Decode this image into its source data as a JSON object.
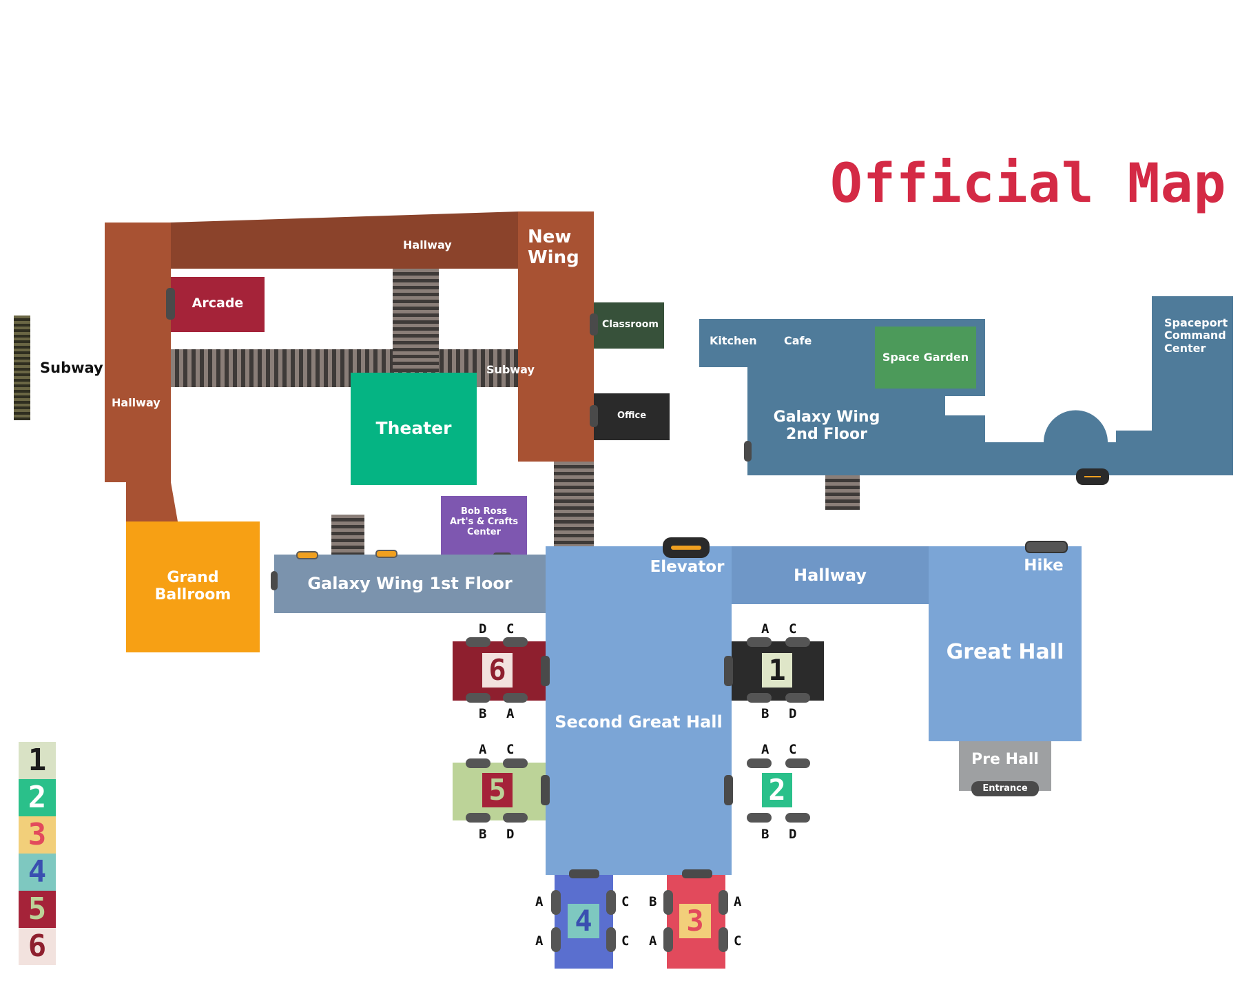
{
  "title": "Official Map",
  "title_color": "#d42a45",
  "rooms": {
    "hallway_top": "Hallway",
    "new_wing": "New\nWing",
    "arcade": "Arcade",
    "classroom": "Classroom",
    "office": "Office",
    "subway_left": "Subway",
    "subway_mid": "Subway",
    "hallway_left": "Hallway",
    "theater": "Theater",
    "grand_ballroom": "Grand\nBallroom",
    "bob_ross": "Bob Ross\nArt's & Crafts\nCenter",
    "galaxy_wing_1st": "Galaxy Wing 1st Floor",
    "elevator": "Elevator",
    "hallway_right": "Hallway",
    "hike": "Hike",
    "great_hall": "Great Hall",
    "second_great_hall": "Second Great Hall",
    "pre_hall": "Pre Hall",
    "entrance": "Entrance",
    "kitchen": "Kitchen",
    "cafe": "Cafe",
    "space_garden": "Space Garden",
    "spaceport": "Spaceport\nCommand\nCenter",
    "galaxy_wing_2nd": "Galaxy Wing\n2nd Floor"
  },
  "units": [
    {
      "number": "1",
      "color": "#2b2b2b",
      "tile": "#dfe6c8",
      "digit_color": "#1c1c1c",
      "top": [
        "A",
        "C"
      ],
      "bottom": [
        "B",
        "D"
      ]
    },
    {
      "number": "2",
      "color": "#ffffff",
      "tile": "#2ac08a",
      "digit_color": "#ffffff",
      "top": [
        "A",
        "C"
      ],
      "bottom": [
        "B",
        "D"
      ]
    },
    {
      "number": "3",
      "color": "#e24a5c",
      "tile": "#f2cf7a",
      "digit_color": "#e24a5c",
      "left": [
        "B",
        "A"
      ],
      "right": [
        "A",
        "C"
      ]
    },
    {
      "number": "4",
      "color": "#5a6fcf",
      "tile": "#7ec8c0",
      "digit_color": "#3a4fb0",
      "left": [
        "A",
        "A"
      ],
      "right": [
        "C",
        "C"
      ]
    },
    {
      "number": "5",
      "color": "#bcd398",
      "tile": "#a52339",
      "digit_color": "#bcd398",
      "top": [
        "A",
        "C"
      ],
      "bottom": [
        "B",
        "D"
      ]
    },
    {
      "number": "6",
      "color": "#8e1f2e",
      "tile": "#f2e2de",
      "digit_color": "#8e1f2e",
      "top": [
        "D",
        "C"
      ],
      "bottom": [
        "B",
        "A"
      ]
    }
  ],
  "legend": [
    {
      "number": "1",
      "bg": "#d9e2c5",
      "fg": "#1c1c1c"
    },
    {
      "number": "2",
      "bg": "#2ac08a",
      "fg": "#ffffff"
    },
    {
      "number": "3",
      "bg": "#f2cf7a",
      "fg": "#e24a5c"
    },
    {
      "number": "4",
      "bg": "#7ec8c0",
      "fg": "#3a4fb0"
    },
    {
      "number": "5",
      "bg": "#a52339",
      "fg": "#bcd398"
    },
    {
      "number": "6",
      "bg": "#f2e2de",
      "fg": "#8e1f2e"
    }
  ]
}
